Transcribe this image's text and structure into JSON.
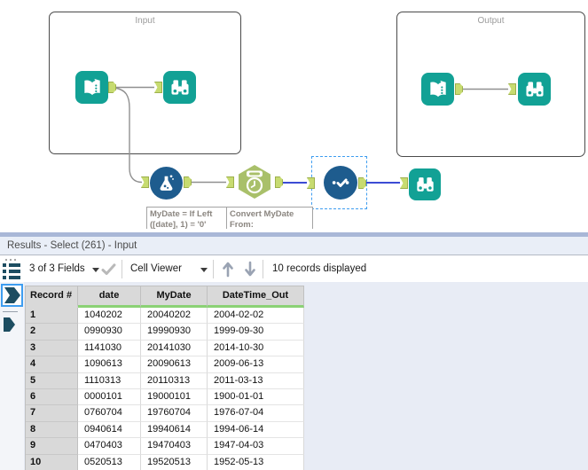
{
  "canvas": {
    "containers": [
      {
        "label": "Input"
      },
      {
        "label": "Output"
      }
    ],
    "tools": [
      {
        "name": "input-data",
        "container": "Input"
      },
      {
        "name": "browse",
        "container": "Input"
      },
      {
        "name": "formula"
      },
      {
        "name": "datetime"
      },
      {
        "name": "select",
        "selected": true
      },
      {
        "name": "browse"
      },
      {
        "name": "input-data",
        "container": "Output"
      },
      {
        "name": "browse",
        "container": "Output"
      }
    ],
    "selected_tool": "select",
    "annotations": [
      {
        "line1": "MyDate = If Left",
        "line2": "([date], 1) = '0'"
      },
      {
        "line1": "Convert MyDate",
        "line2": "From:"
      }
    ]
  },
  "results": {
    "title": "Results - Select (261) - Input",
    "toolbar": {
      "fields_label": "3 of 3 Fields",
      "cell_viewer_label": "Cell Viewer",
      "records_label": "10 records displayed"
    },
    "icons": {
      "menu": "list-icon",
      "apply": "check-icon",
      "up": "up-arrow-icon",
      "down": "down-arrow-icon",
      "dropdown": "chevron-down-icon"
    },
    "table": {
      "columns": [
        "Record #",
        "date",
        "MyDate",
        "DateTime_Out"
      ],
      "rows": [
        [
          "1",
          "1040202",
          "20040202",
          "2004-02-02"
        ],
        [
          "2",
          "0990930",
          "19990930",
          "1999-09-30"
        ],
        [
          "3",
          "1141030",
          "20141030",
          "2014-10-30"
        ],
        [
          "4",
          "1090613",
          "20090613",
          "2009-06-13"
        ],
        [
          "5",
          "1110313",
          "20110313",
          "2011-03-13"
        ],
        [
          "6",
          "0000101",
          "19000101",
          "1900-01-01"
        ],
        [
          "7",
          "0760704",
          "19760704",
          "1976-07-04"
        ],
        [
          "8",
          "0940614",
          "19940614",
          "1994-06-14"
        ],
        [
          "9",
          "0470403",
          "19470403",
          "1947-04-03"
        ],
        [
          "10",
          "0520513",
          "19520513",
          "1952-05-13"
        ]
      ]
    }
  },
  "colors": {
    "tool_teal": "#12a195",
    "tool_blue": "#1e5c8e",
    "tool_olive": "#a9c06a",
    "anchor_green": "#c7db70",
    "wire_gray": "#909090",
    "wire_blue": "#3c4bd4",
    "selection_blue": "#3e9df0",
    "quality_green": "#8bd275",
    "splitter_blue": "#a9b7d7"
  }
}
